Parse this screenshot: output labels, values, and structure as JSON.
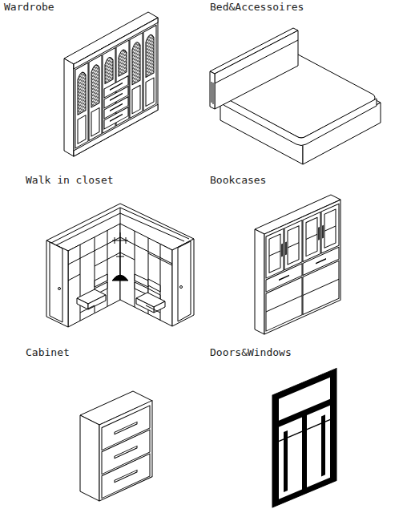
{
  "diagram": {
    "labels": [
      "Wardrobe",
      "Bed&Accessoires",
      "Walk in closet",
      "Bookcases",
      "Cabinet",
      "Doors&Windows"
    ]
  }
}
